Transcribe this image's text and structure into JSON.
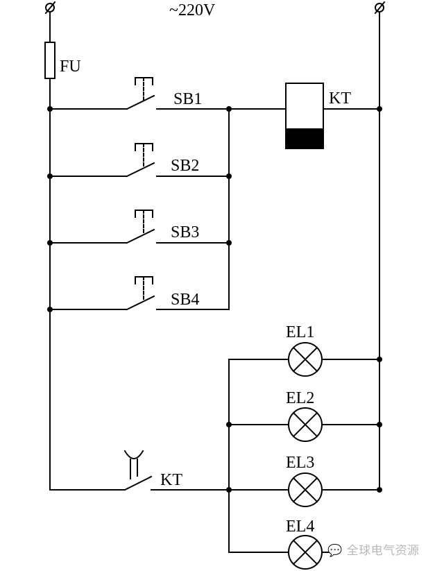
{
  "supply": {
    "voltage_label": "~220V"
  },
  "fuse": {
    "label": "FU"
  },
  "switches": [
    {
      "label": "SB1"
    },
    {
      "label": "SB2"
    },
    {
      "label": "SB3"
    },
    {
      "label": "SB4"
    }
  ],
  "relay": {
    "coil_label": "KT",
    "contact_label": "KT"
  },
  "lamps": [
    {
      "label": "EL1"
    },
    {
      "label": "EL2"
    },
    {
      "label": "EL3"
    },
    {
      "label": "EL4"
    }
  ],
  "watermark": {
    "text": "全球电气资源"
  }
}
